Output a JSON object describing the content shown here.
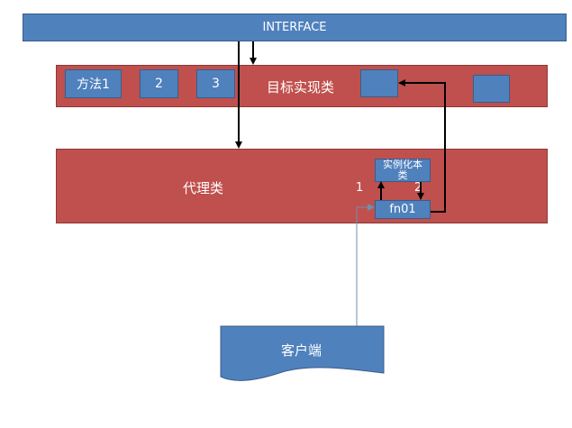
{
  "interface": {
    "label": "INTERFACE"
  },
  "target_class": {
    "label": "目标实现类",
    "methods": [
      "方法1",
      "2",
      "3"
    ]
  },
  "proxy_class": {
    "label": "代理类",
    "instantiate_label": "实例化本类",
    "fn_label": "fn01",
    "step1": "1",
    "step2": "2"
  },
  "client": {
    "label": "客户端"
  },
  "colors": {
    "blue": "#4f81bd",
    "red": "#c0504d",
    "arrow": "#000000",
    "client_arrow": "#6f8fb0"
  }
}
